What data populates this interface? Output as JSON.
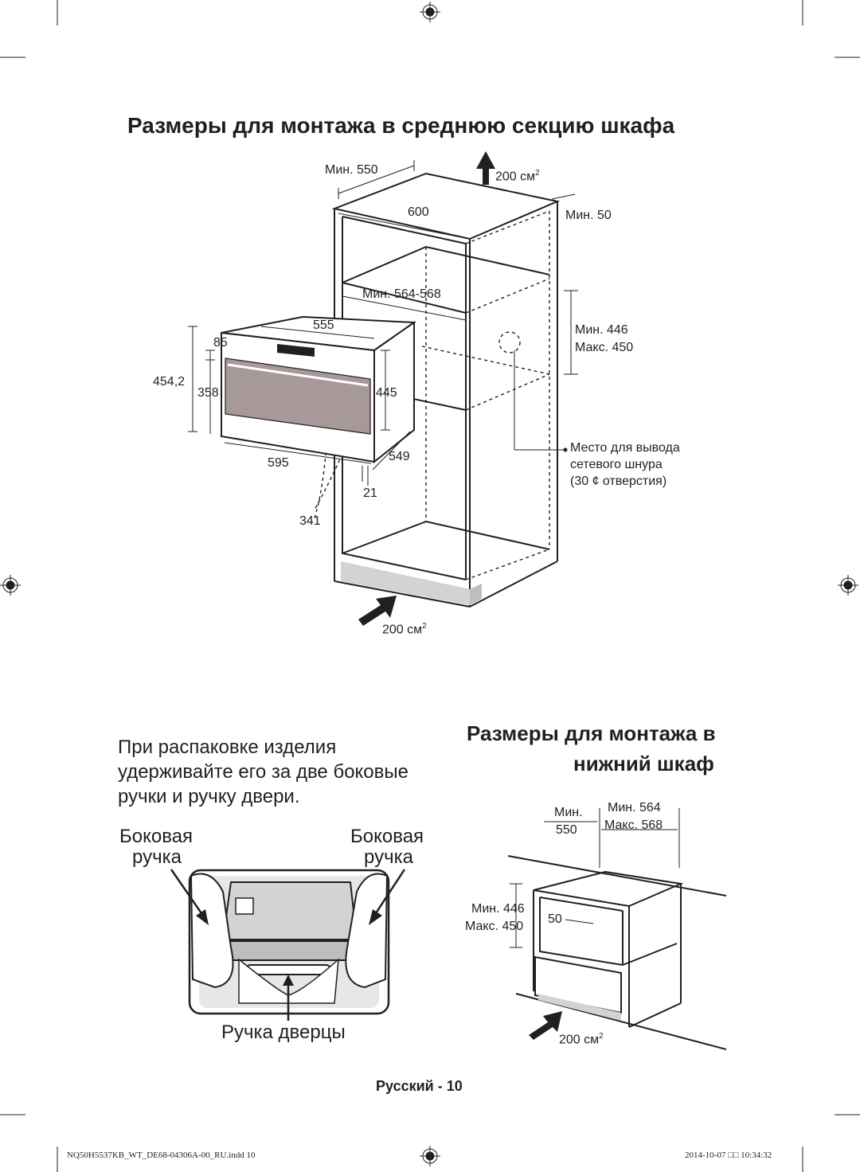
{
  "page": {
    "title_main": "Размеры для монтажа в среднюю секцию шкафа",
    "title_lower_1": "Размеры для монтажа в",
    "title_lower_2": "нижний шкаф",
    "page_label": "Русский - 10"
  },
  "diagram_top": {
    "min550": "Мин. 550",
    "vent_top": "200 см",
    "vent_sup": "2",
    "w600": "600",
    "min50": "Мин. 50",
    "min564_568": "Мин. 564-568",
    "d555": "555",
    "d85": "85",
    "d454": "454,2",
    "d358": "358",
    "d445": "445",
    "min446": "Мин. 446",
    "max450": "Макс. 450",
    "d595": "595",
    "d549": "549",
    "d21": "21",
    "d341": "341",
    "cord1": "Место для вывода",
    "cord2": "сетевого шнура",
    "cord3": "(30 ¢ отверстия)",
    "vent_bottom": "200 см"
  },
  "unpack": {
    "line1": "При распаковке изделия",
    "line2": "удерживайте его за две боковые",
    "line3": "ручки и ручку двери.",
    "side_left_1": "Боковая",
    "side_left_2": "ручка",
    "side_right_1": "Боковая",
    "side_right_2": "ручка",
    "door_handle": "Ручка дверцы"
  },
  "diagram_lower": {
    "min_a": "Мин.",
    "v550": "550",
    "min564": "Мин. 564",
    "max568": "Макс. 568",
    "min446": "Мин. 446",
    "max450": "Макс. 450",
    "v50": "50",
    "vent": "200 см"
  },
  "footer": {
    "file": "NQ50H5537KB_WT_DE68-04306A-00_RU.indd   10",
    "date": "2014-10-07   □□ 10:34:32"
  }
}
